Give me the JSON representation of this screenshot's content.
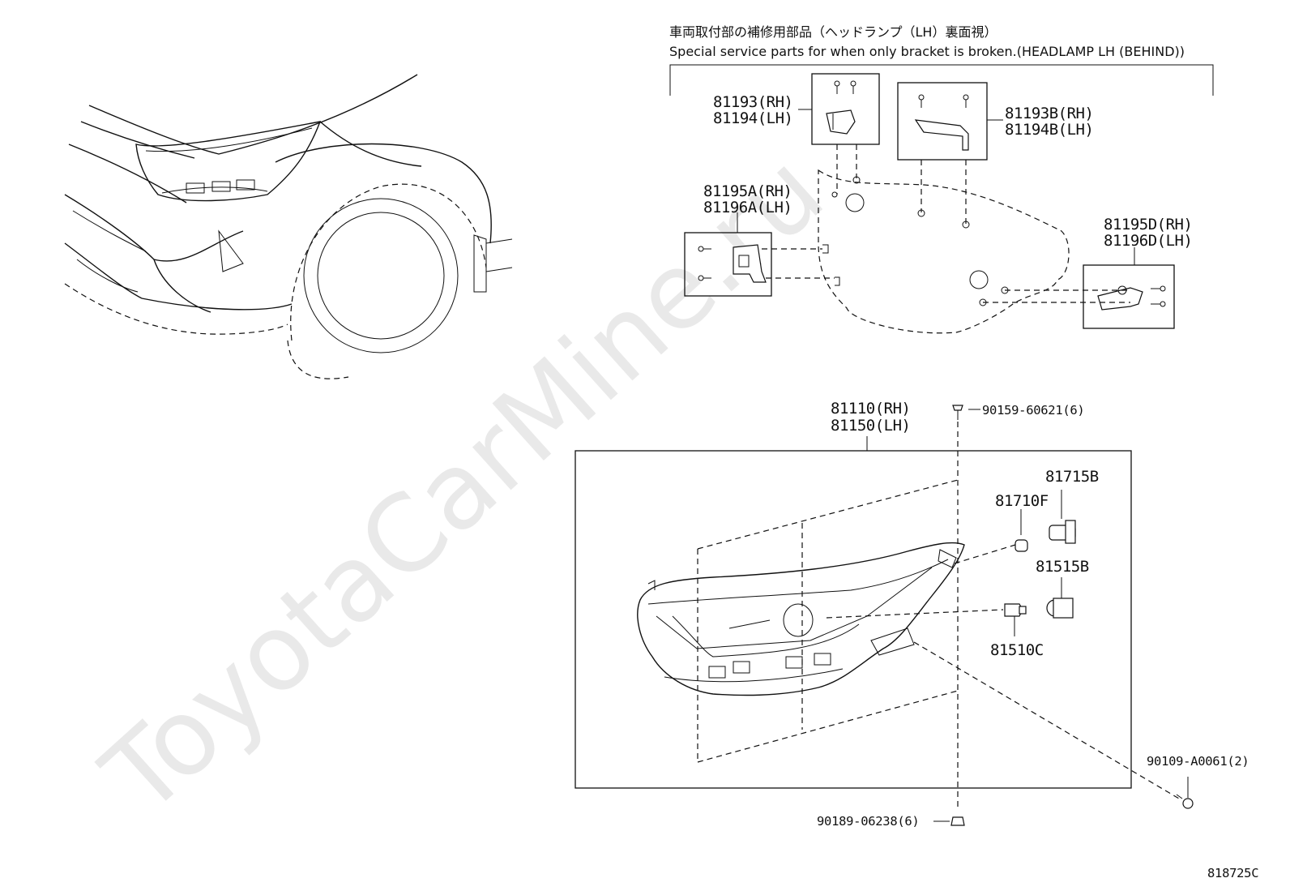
{
  "header": {
    "title_ja": "車両取付部の補修用部品（ヘッドランプ（LH）裏面視）",
    "title_en": "Special service parts for when only bracket is broken.(HEADLAMP LH (BEHIND))"
  },
  "bracket_parts": {
    "upper_left_rh": "81193(RH)",
    "upper_left_lh": "81194(LH)",
    "upper_right_rh": "81193B(RH)",
    "upper_right_lh": "81194B(LH)",
    "side_left_rh": "81195A(RH)",
    "side_left_lh": "81196A(LH)",
    "side_right_rh": "81195D(RH)",
    "side_right_lh": "81196D(LH)"
  },
  "assembly": {
    "unit_rh": "81110(RH)",
    "unit_lh": "81150(LH)",
    "screw_top": "90159-60621(6)",
    "screw_bottom": "90189-06238(6)",
    "bolt_right": "90109-A0061(2)",
    "socket": "81715B",
    "bulb_small": "81710F",
    "socket_b": "81515B",
    "bulb_c": "81510C"
  },
  "watermark": "ToyotaCarMine.ru",
  "figure_id": "818725C"
}
